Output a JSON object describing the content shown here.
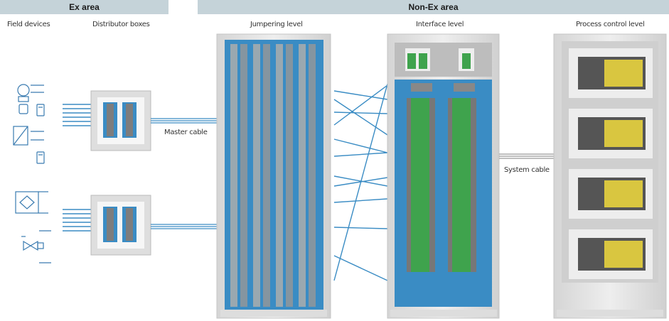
{
  "areas": {
    "ex": "Ex area",
    "non_ex": "Non-Ex area"
  },
  "columns": {
    "field_devices": "Field devices",
    "distributor_boxes": "Distributor boxes",
    "jumpering_level": "Jumpering level",
    "interface_level": "Interface level",
    "process_control_level": "Process control level"
  },
  "cables": {
    "master": "Master cable",
    "system": "System cable"
  },
  "colors": {
    "band": "#c5d3d9",
    "cable_blue": "#3a8cc4",
    "cabinet_frame": "#e3e3e3",
    "terminal_green": "#3fa34d"
  }
}
